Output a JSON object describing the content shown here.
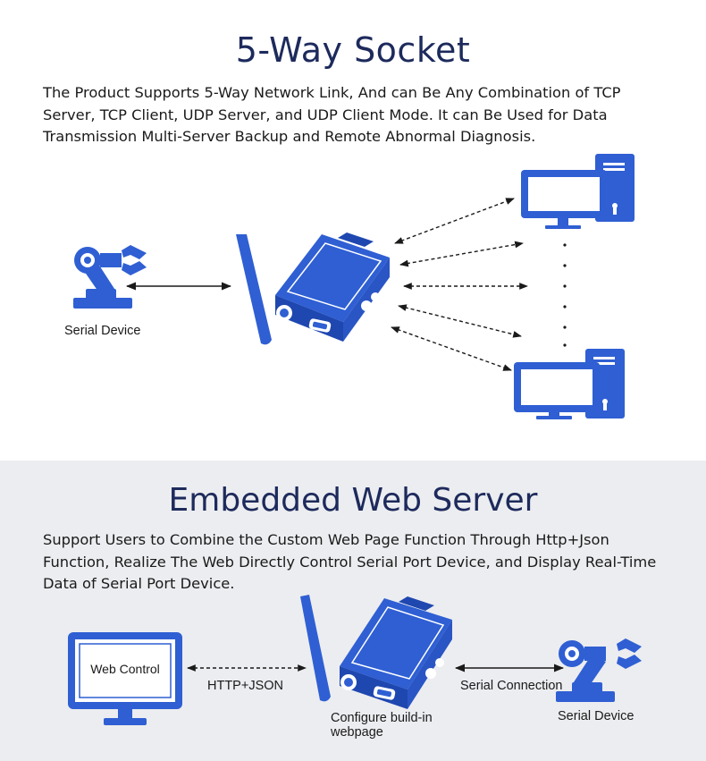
{
  "section1": {
    "title": "5-Way Socket",
    "description": "The Product Supports 5-Way Network Link, And can Be Any Combination of TCP Server, TCP Client, UDP Server, and UDP Client Mode. It can Be Used for Data Transmission Multi-Server Backup and Remote Abnormal Diagnosis.",
    "serial_device_label": "Serial Device"
  },
  "section2": {
    "title": "Embedded Web Server",
    "description": "Support Users to Combine the Custom Web Page Function Through Http+Json Function, Realize The Web Directly Control Serial Port Device, and Display Real-Time Data of Serial Port Device.",
    "web_control_label": "Web Control",
    "http_label": "HTTP+JSON",
    "configure_label_line1": "Configure build-in",
    "configure_label_line2": "webpage",
    "serial_connection_label": "Serial Connection",
    "serial_device_label": "Serial Device"
  },
  "colors": {
    "primary_blue": "#2f5fd3",
    "dark_navy": "#1d2a5c",
    "section2_background": "#ecedf0"
  }
}
